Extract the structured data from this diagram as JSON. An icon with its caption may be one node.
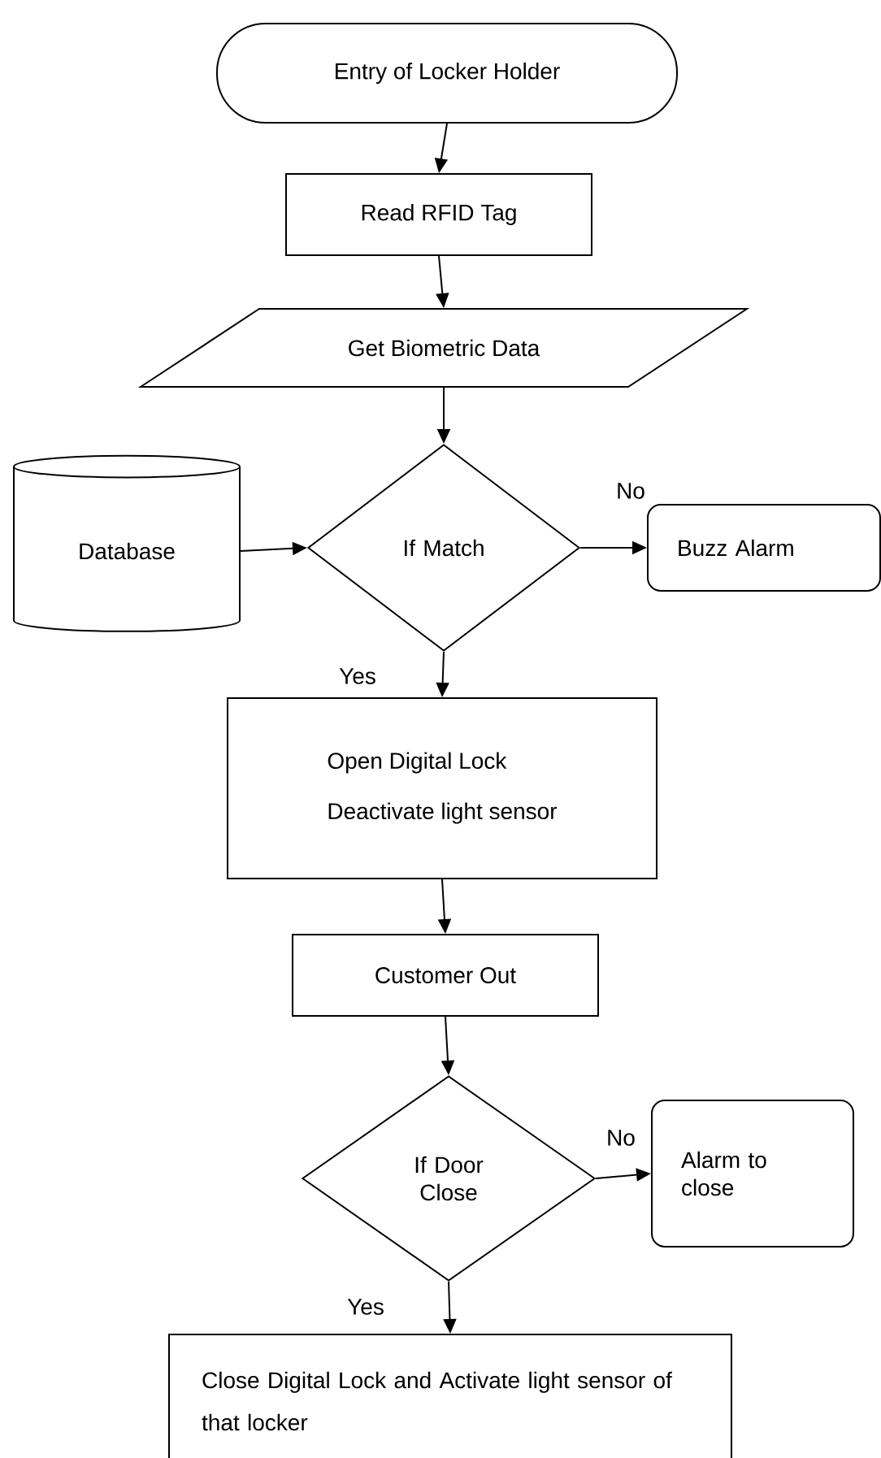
{
  "diagram": {
    "nodes": [
      {
        "text": [
          "Entry of Locker Holder"
        ]
      },
      {
        "text": [
          "Read RFID Tag"
        ]
      },
      {
        "text": [
          "Get Biometric Data"
        ]
      },
      {
        "text": [
          "If Match"
        ]
      },
      {
        "text": [
          "Database"
        ]
      },
      {
        "text": [
          "Buzz Alarm"
        ]
      },
      {
        "text": [
          "Open Digital Lock",
          "Deactivate light sensor"
        ]
      },
      {
        "text": [
          "Customer Out"
        ]
      },
      {
        "text": [
          "If Door Close"
        ]
      },
      {
        "text": [
          "Alarm to close"
        ]
      },
      {
        "text": [
          "Close Digital Lock and Activate light sensor of that locker"
        ]
      }
    ],
    "edges": [
      {
        "from": 0,
        "to": 1,
        "arrow": "to"
      },
      {
        "from": 1,
        "to": 2,
        "arrow": "to"
      },
      {
        "from": 2,
        "to": 3,
        "arrow": "to"
      },
      {
        "from": 4,
        "to": 3,
        "arrow": "to"
      },
      {
        "from": 3,
        "to": 5,
        "arrow": "to",
        "label": "No"
      },
      {
        "from": 3,
        "to": 6,
        "arrow": "to",
        "label": "Yes"
      },
      {
        "from": 6,
        "to": 7,
        "arrow": "to"
      },
      {
        "from": 7,
        "to": 8,
        "arrow": "to"
      },
      {
        "from": 8,
        "to": 9,
        "arrow": "to",
        "label": "No"
      },
      {
        "from": 8,
        "to": 10,
        "arrow": "to",
        "label": "Yes"
      }
    ]
  }
}
